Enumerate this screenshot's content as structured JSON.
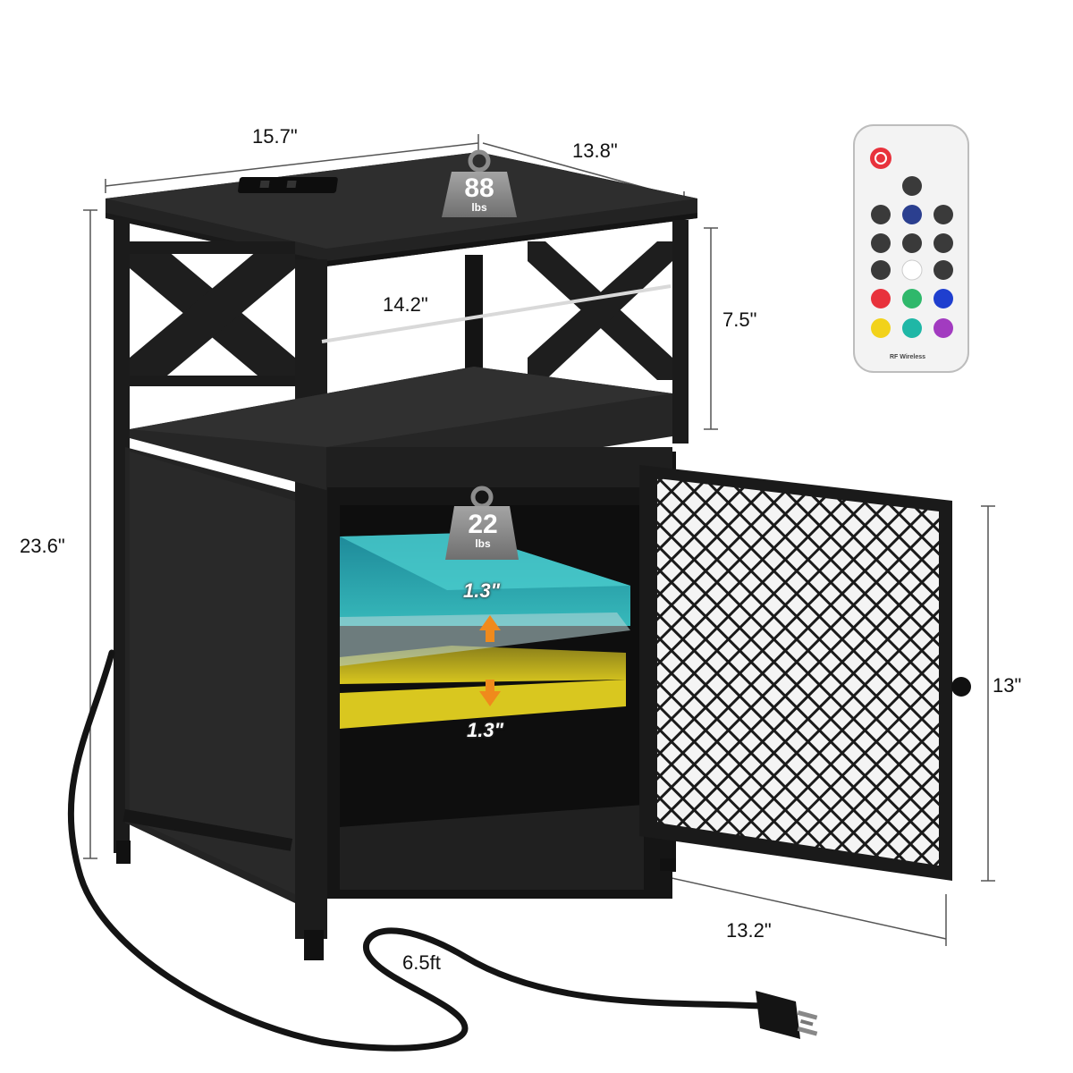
{
  "dimensions": {
    "width": "15.7\"",
    "depth": "13.8\"",
    "height": "23.6\"",
    "inner_width": "14.2\"",
    "open_shelf_height": "7.5\"",
    "cabinet_height": "13\"",
    "door_width": "13.2\"",
    "cord_length": "6.5ft",
    "shelf_gap_top": "1.3\"",
    "shelf_gap_bottom": "1.3\""
  },
  "weights": {
    "top": {
      "value": "88",
      "unit": "lbs"
    },
    "shelf": {
      "value": "22",
      "unit": "lbs"
    }
  },
  "remote": {
    "label": "RF Wireless",
    "color_buttons": [
      "#e8323c",
      "#2fb86b",
      "#1f3fcf",
      "#f2d21a",
      "#1fb7a6",
      "#a23bc0"
    ]
  },
  "colors": {
    "frame": "#1c1c1c",
    "panel": "#262626",
    "teal_light": "#2aa7b3",
    "yellow_light": "#c9b51c",
    "weight_badge": "#8c8c8c"
  }
}
